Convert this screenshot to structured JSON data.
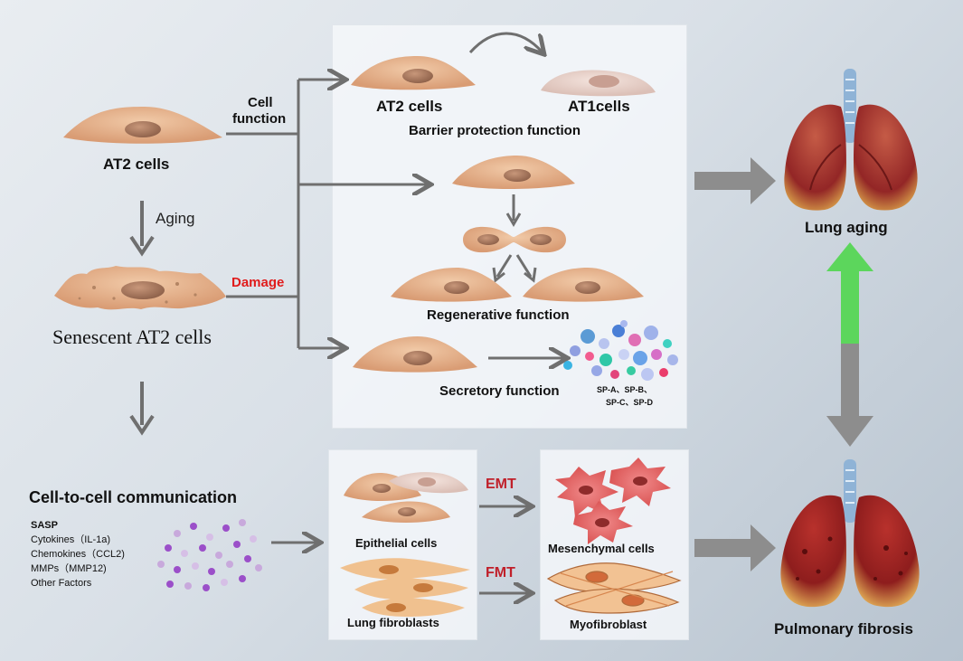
{
  "labels": {
    "at2_cells_left": "AT2 cells",
    "aging": "Aging",
    "senescent_at2": "Senescent AT2 cells",
    "cell_function": [
      "Cell",
      "function"
    ],
    "damage": "Damage",
    "at2_cells_top": "AT2 cells",
    "at1_cells": "AT1cells",
    "barrier_protection": "Barrier protection function",
    "regenerative": "Regenerative function",
    "secretory": "Secretory function",
    "sp_line1": "SP-A、SP-B、",
    "sp_line2": "SP-C、SP-D",
    "lung_aging": "Lung aging",
    "pulmonary_fibrosis": "Pulmonary fibrosis",
    "cell_to_cell": "Cell-to-cell communication",
    "sasp_title": "SASP",
    "sasp_items": [
      "Cytokines（IL-1a)",
      "Chemokines（CCL2)",
      "MMPs（MMP12)",
      "Other Factors"
    ],
    "epithelial_cells": "Epithelial cells",
    "lung_fibroblasts": "Lung fibroblasts",
    "emt": "EMT",
    "fmt": "FMT",
    "mesenchymal_cells": "Mesenchymal cells",
    "myofibroblast": "Myofibroblast"
  },
  "colors": {
    "arrow_gray": "#6f6f6f",
    "big_arrow_gray": "#8d8d8d",
    "green_arrow": "#5cd65c",
    "damage_red": "#e01c1c",
    "emt_red": "#c0202a",
    "cell_peach": "#e7b48f",
    "nucleus": "#a9785e",
    "lung_red": "#9e2a2a",
    "trachea_blue": "#8fb3d6",
    "sasp_purple": "#9b4fc9"
  }
}
